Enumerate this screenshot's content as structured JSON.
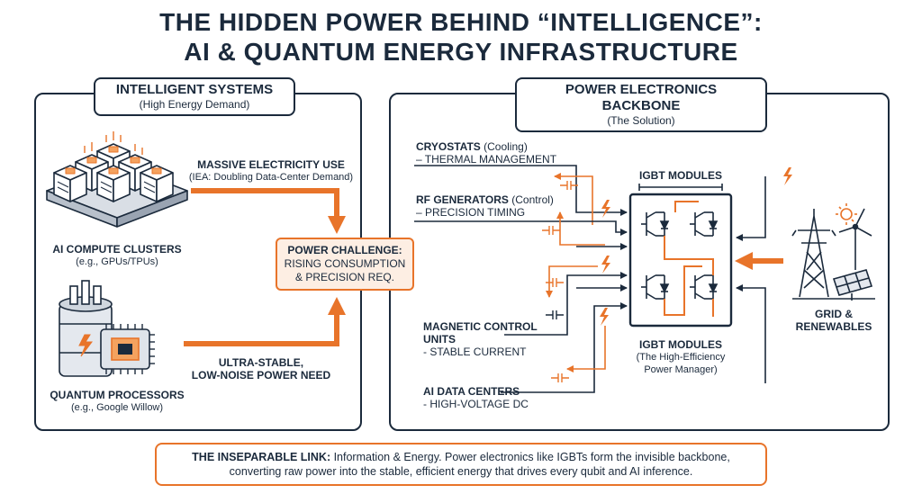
{
  "title": {
    "line1": "THE HIDDEN POWER BEHIND “INTELLIGENCE”:",
    "line2": "AI & QUANTUM ENERGY INFRASTRUCTURE"
  },
  "left_panel": {
    "heading": "INTELLIGENT SYSTEMS",
    "subheading": "(High Energy Demand)",
    "ai_clusters": {
      "label": "AI COMPUTE CLUSTERS",
      "sub": "(e.g., GPUs/TPUs)"
    },
    "quantum": {
      "label": "QUANTUM PROCESSORS",
      "sub": "(e.g., Google Willow)"
    },
    "electricity": {
      "label": "MASSIVE ELECTRICITY USE",
      "sub": "(IEA: Doubling Data-Center Demand)"
    },
    "power_need": {
      "line1": "ULTRA-STABLE,",
      "line2": "LOW-NOISE POWER NEED"
    },
    "challenge": {
      "heading": "POWER CHALLENGE:",
      "line1": "RISING CONSUMPTION",
      "line2": "& PRECISION REQ."
    }
  },
  "right_panel": {
    "heading": "POWER ELECTRONICS BACKBONE",
    "subheading": "(The Solution)",
    "cryostats": {
      "label": "CRYOSTATS",
      "tag": "(Cooling)",
      "sub": "– THERMAL MANAGEMENT"
    },
    "rf": {
      "label": "RF GENERATORS",
      "tag": "(Control)",
      "sub": "– PRECISION TIMING"
    },
    "magnetic": {
      "line1": "MAGNETIC CONTROL",
      "line2": "UNITS",
      "sub": "- STABLE CURRENT"
    },
    "datacenters": {
      "label": "AI DATA CENTERS",
      "sub": "- HIGH-VOLTAGE DC"
    },
    "igbt_top": "IGBT MODULES",
    "igbt_bottom": {
      "label": "IGBT MODULES",
      "line1": "(The High-Efficiency",
      "line2": "Power Manager)"
    },
    "grid": {
      "line1": "GRID &",
      "line2": "RENEWABLES"
    }
  },
  "footer": {
    "lead": "THE INSEPARABLE LINK:",
    "text1": " Information & Energy. Power electronics like IGBTs form the invisible backbone,",
    "text2": "converting raw power into the stable, efficient energy that drives every qubit and AI inference."
  },
  "colors": {
    "navy": "#1b2a3c",
    "orange": "#e8742a",
    "orange_fill": "#fdeee3"
  }
}
